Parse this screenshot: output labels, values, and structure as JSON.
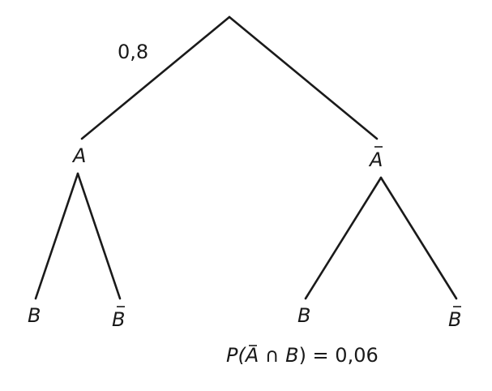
{
  "tree": {
    "root": {
      "branch_probability": "0,8",
      "children": [
        {
          "id": "A",
          "event": "A",
          "complement": false,
          "children": [
            {
              "id": "AB",
              "event": "B",
              "complement": false
            },
            {
              "id": "ABbar",
              "event": "B",
              "complement": true
            }
          ]
        },
        {
          "id": "Abar",
          "event": "A",
          "complement": true,
          "children": [
            {
              "id": "AbarB",
              "event": "B",
              "complement": false
            },
            {
              "id": "AbarBbar",
              "event": "B",
              "complement": true
            }
          ]
        }
      ]
    },
    "formula": {
      "prefix": "P(",
      "event1": "A",
      "operator": " ∩ ",
      "event2": "B",
      "suffix": ") = 0,06"
    }
  }
}
